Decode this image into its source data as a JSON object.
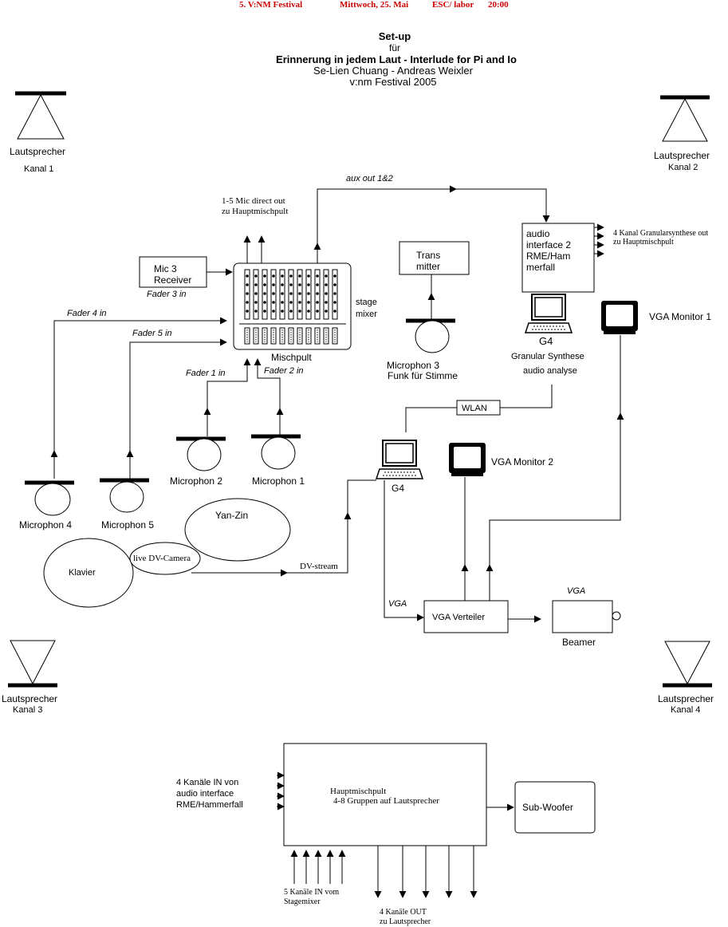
{
  "header": {
    "festival": "5. V:NM Festival",
    "date": "Mittwoch, 25. Mai",
    "venue": "ESC/ labor",
    "time": "20:00"
  },
  "title": {
    "setup": "Set-up",
    "fuer": "für",
    "piece": "Erinnerung in jedem Laut - Interlude for Pi and Io",
    "authors": "Se-Lien Chuang - Andreas Weixler",
    "festival": "v:nm Festival 2005"
  },
  "speakers": {
    "k1_label": "Lautsprecher",
    "k1_channel": "Kanal 1",
    "k2_label": "Lautsprecher",
    "k2_channel": "Kanal 2",
    "k3_label": "Lautsprecher",
    "k3_channel": "Kanal 3",
    "k4_label": "Lautsprecher",
    "k4_channel": "Kanal 4"
  },
  "mixer": {
    "label": "Mischpult",
    "stage_1": "stage",
    "stage_2": "mixer",
    "direct_out_1": "1-5 Mic direct out",
    "direct_out_2": "zu  Hauptmischpult",
    "aux_out": "aux out 1&2",
    "fader1": "Fader 1 in",
    "fader2": "Fader 2 in",
    "fader3": "Fader 3 in",
    "fader4": "Fader 4 in",
    "fader5": "Fader 5 in"
  },
  "receiver": {
    "line1": "Mic 3",
    "line2": "Receiver"
  },
  "transmitter": {
    "line1": "Trans",
    "line2": "mitter"
  },
  "microphones": {
    "m1": "Microphon 1",
    "m2": "Microphon 2",
    "m3": "Microphon 3",
    "m3_sub": "Funk für Stimme",
    "m4": "Microphon 4",
    "m5": "Microphon 5"
  },
  "audio_interface": {
    "line1": "audio",
    "line2": "interface 2",
    "line3": "RME/Ham",
    "line4": "merfall",
    "out_1": "4 Kanal Granularsynthese out",
    "out_2": "zu Hauptmischpult"
  },
  "g4_granular": {
    "label": "G4",
    "desc1": "Granular Synthese",
    "desc2": "audio analyse"
  },
  "g4_video": {
    "label": "G4"
  },
  "wlan": "WLAN",
  "vga_monitor_1": "VGA Monitor 1",
  "vga_monitor_2": "VGA Monitor 2",
  "stage_items": {
    "yanzin": "Yan-Zin",
    "klavier": "Klavier",
    "camera": "live DV-Camera",
    "dv_stream": "DV-stream"
  },
  "vga": {
    "in_label": "VGA",
    "splitter": "VGA Verteiler",
    "beamer_label": "VGA",
    "beamer": "Beamer"
  },
  "main_mixer": {
    "title": "Hauptmischpult",
    "sub": "4-8 Gruppen auf Lautsprecher",
    "in_1": "4 Kanäle IN von",
    "in_2": "audio interface",
    "in_3": "RME/Hammerfall",
    "stage_in_1": "5 Kanäle IN vom",
    "stage_in_2": "Stagemixer",
    "out_1": "4 Kanäle OUT",
    "out_2": "zu Lautsprecher",
    "subwoofer": "Sub-Woofer"
  }
}
